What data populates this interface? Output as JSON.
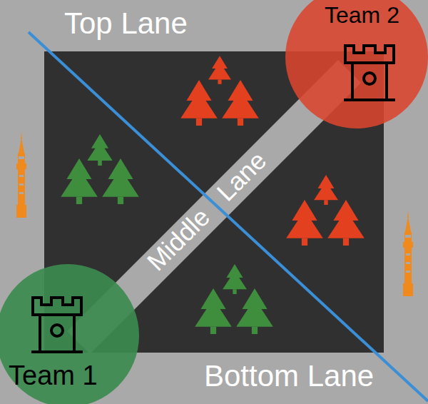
{
  "diagram": {
    "nodes": [
      {
        "text": [
          "Team 2"
        ]
      },
      {
        "text": [
          "Team 1"
        ]
      }
    ],
    "labels": [
      "Top Lane",
      "Middle Lane",
      "Bottom Lane"
    ]
  }
}
